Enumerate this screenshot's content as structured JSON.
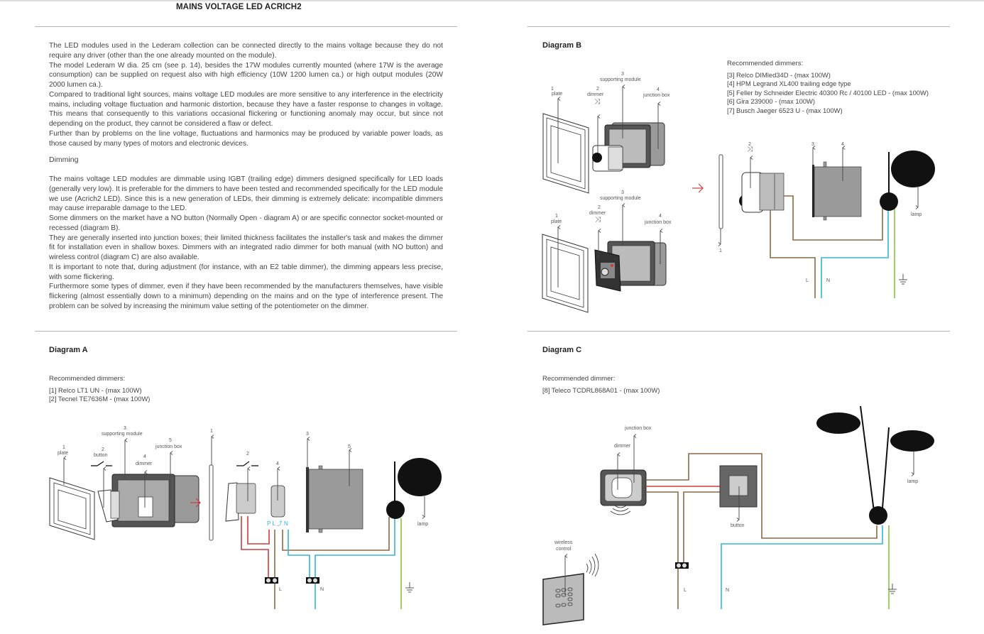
{
  "page_title": "MAINS VOLTAGE LED ACRICH2",
  "intro_paragraphs": [
    "The LED modules used in the Lederam collection can be connected directly to the mains voltage because they do not require any driver (other than the one already mounted on the module).",
    "The model Lederam W dia. 25 cm (see p. 14), besides the 17W modules currently mounted (where 17W is the average consumption) can be supplied on request also with high efficiency (10W 1200 lumen ca.) or high output modules (20W 2000 lumen ca.).",
    "Compared to traditional light sources, mains voltage LED modules are more sensitive to any interference in the electricity mains, including voltage fluctuation and harmonic distortion, because they have a faster response to changes in voltage. This means that consequently to this variations occasional flickering or functioning anomaly may occur, but since not depending on the product, they cannot be considered a flaw or defect.",
    "Further than by problems on the line voltage, fluctuations and harmonics may be produced by variable power loads, as those caused by many types of motors and electronic devices."
  ],
  "dimming_heading": "Dimming",
  "dimming_paragraphs": [
    "The mains voltage LED modules are dimmable using IGBT (trailing edge) dimmers designed specifically for LED loads (generally very low). It is preferable for the dimmers to have been tested and recommended specifically for the LED module we use (Acrich2 LED). Since this is a new generation of LEDs, their dimming is extremely delicate: incompatible dimmers may cause irreparable damage to the LED.",
    "Some dimmers on the market have a NO button (Normally Open - diagram A) or are specific connector socket-mounted or recessed (diagram B).",
    "They are generally inserted into junction boxes; their limited thickness facilitates the installer's task and makes the dimmer fit for installation even in shallow boxes. Dimmers with an integrated radio dimmer for both manual (with NO button) and wireless control (diagram C) are also available.",
    "It is important to note that, during adjustment (for instance, with an E2 table dimmer), the dimming appears less precise, with some flickering.",
    "Furthermore some types of dimmer, even if they have been recommended by the manufacturers themselves, have visible flickering (almost essentially down to a minimum) depending on the mains and on the type of interference present. The problem can be solved by increasing the minimum value setting of the potentiometer on the dimmer."
  ],
  "diagram_a": {
    "heading": "Diagram A",
    "rec_title": "Recommended dimmers:",
    "rec_items": [
      "[1] Relco LT1 UN - (max 100W)",
      "[2] Tecnel TE7636M - (max 100W)"
    ],
    "labels": {
      "n1": "1",
      "plate": "plate",
      "n2": "2",
      "button": "button",
      "n3": "3",
      "supporting_module": "supporting module",
      "n4": "4",
      "dimmer": "dimmer",
      "n5": "5",
      "junction_box": "junction box",
      "w1": "1",
      "w2": "2",
      "w3": "3",
      "w4": "4",
      "w5": "5",
      "terminals": "P L ⤴ N",
      "L": "L",
      "N": "N",
      "lamp": "lamp"
    }
  },
  "diagram_b": {
    "heading": "Diagram B",
    "rec_title": "Recommended dimmers:",
    "rec_items": [
      "[3] Relco DIMled34D - (max 100W)",
      "[4] HPM Legrand XL400 trailing edge type",
      "[5] Feller by Schneider Electric 40300 Rc / 40100 LED - (max 100W)",
      "[6] Gira 239000 - (max 100W)",
      "[7] Busch Jaeger 6523 U - (max 100W)"
    ],
    "labels": {
      "n1": "1",
      "plate": "plate",
      "n2": "2",
      "dimmer": "dimmer",
      "n3": "3",
      "supporting_module": "supporting module",
      "n4": "4",
      "junction_box": "junction box",
      "w1": "1",
      "w2": "2",
      "w3": "3",
      "w4": "4",
      "L": "L",
      "N": "N",
      "lamp": "lamp"
    }
  },
  "diagram_c": {
    "heading": "Diagram C",
    "rec_title": "Recommended dimmer:",
    "rec_items": [
      "[8] Teleco TCDRL868A01 - (max 100W)"
    ],
    "labels": {
      "junction_box": "junction box",
      "dimmer": "dimmer",
      "button": "button",
      "wireless_control": "wireless\ncontrol",
      "L": "L",
      "N": "N",
      "lamp": "lamp"
    }
  },
  "colors": {
    "live": "#8b6a46",
    "neutral": "#33b5d9",
    "earth": "#8cc43f",
    "switched": "#d23b3b",
    "arrow_red": "#d23b3b"
  }
}
